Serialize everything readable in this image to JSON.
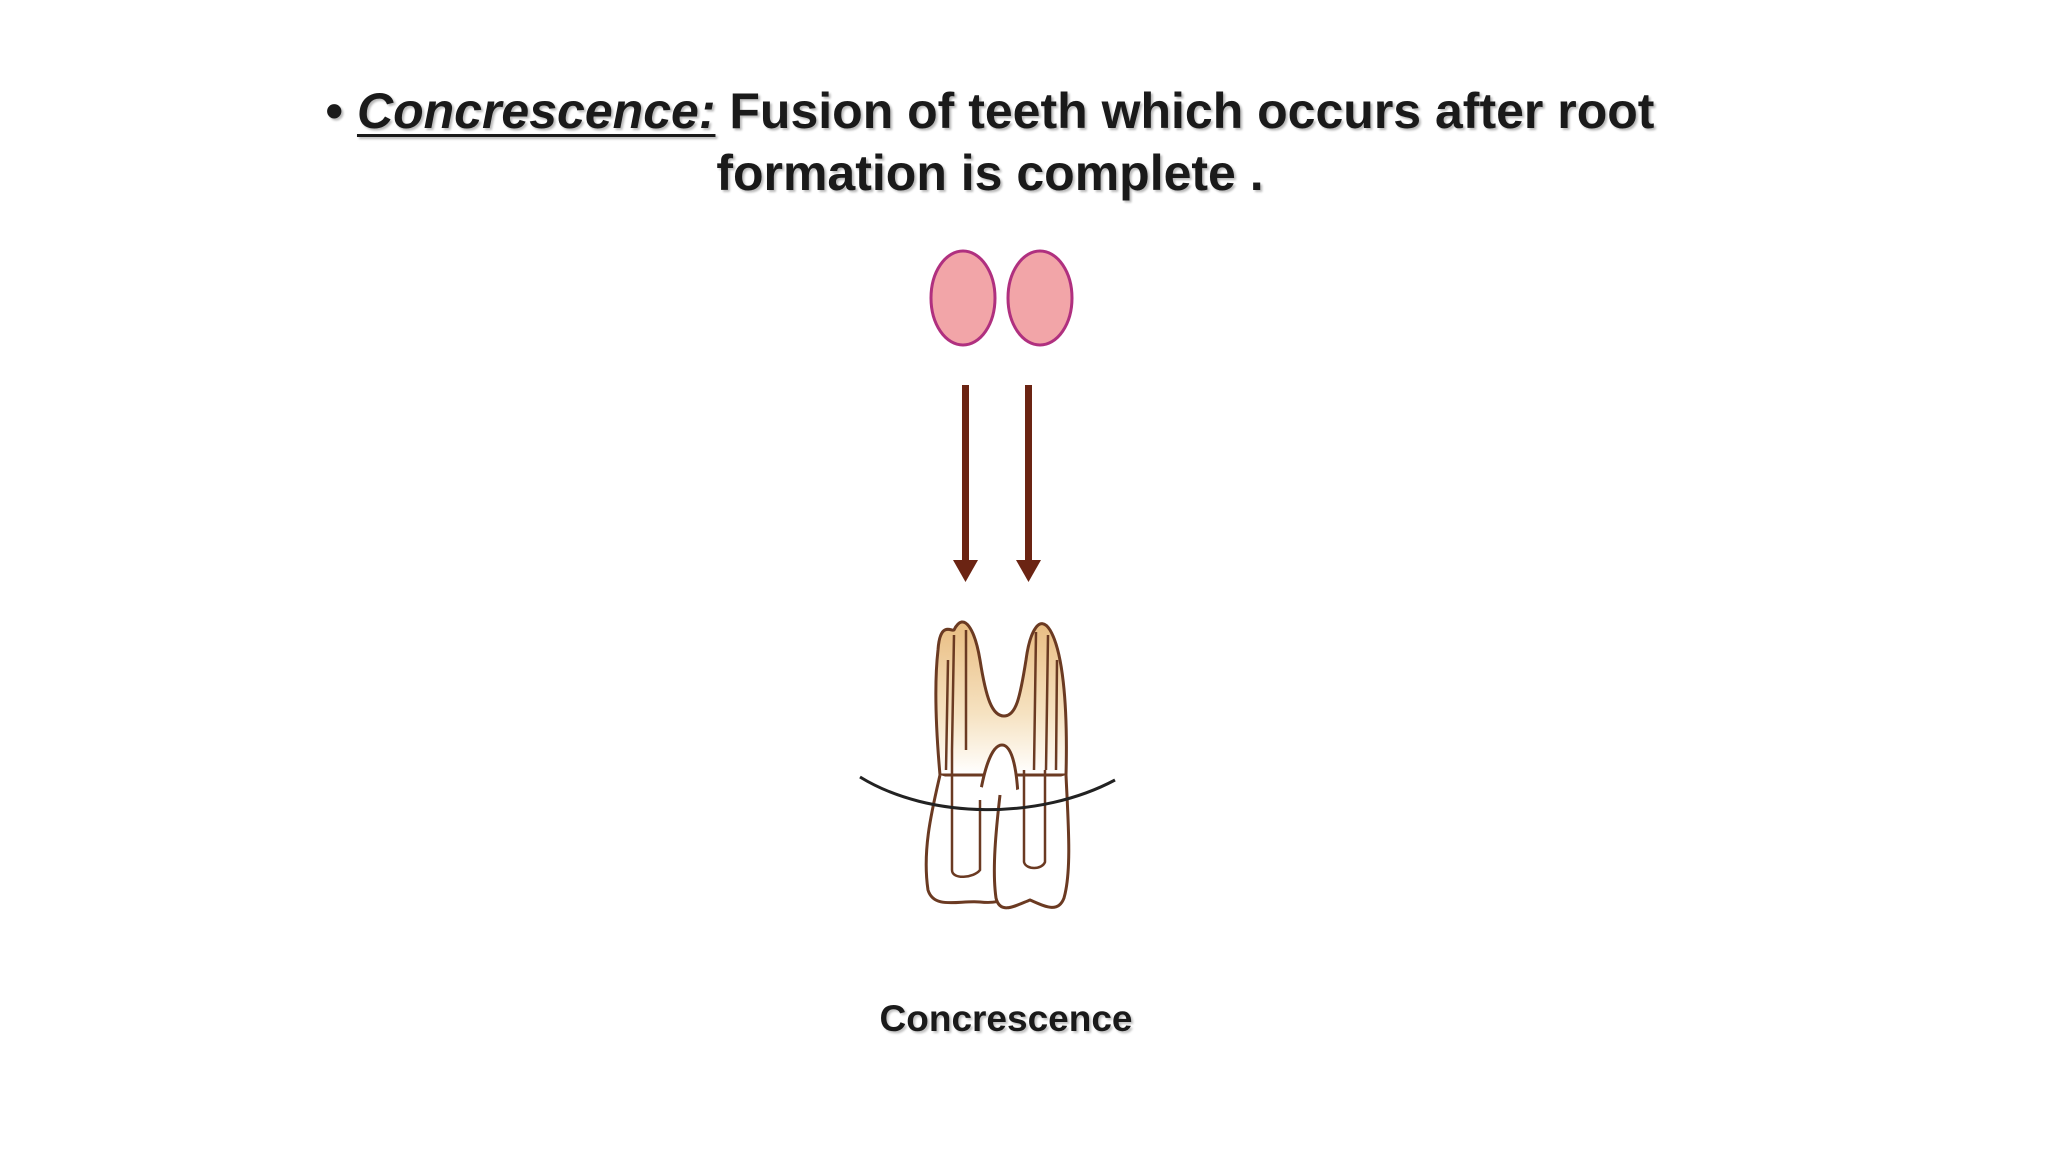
{
  "slide": {
    "bullet": "•",
    "term": "Concrescence:",
    "definition": "Fusion of teeth which occurs after root formation is complete .",
    "figure_caption": "Concrescence"
  },
  "colors": {
    "germ_fill": "#f2a5a8",
    "germ_stroke": "#b0307f",
    "arrow": "#6b2413",
    "tooth_fill": "#f3d6a8",
    "tooth_stroke": "#6b3a22",
    "gum_line": "#222222",
    "text": "#1a1a1a"
  }
}
